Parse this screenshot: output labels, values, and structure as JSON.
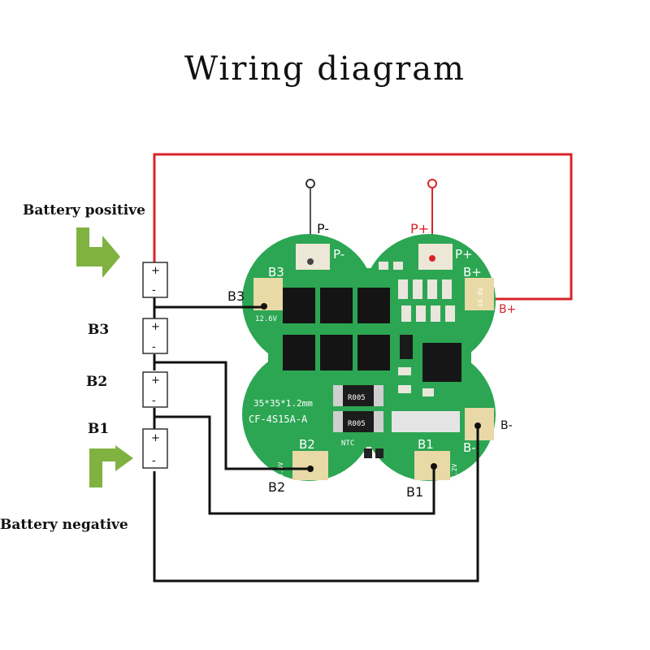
{
  "title": "Wiring diagram",
  "labels": {
    "battery_positive": "Battery positive",
    "battery_negative": "Battery negative",
    "cell_b3": "B3",
    "cell_b2": "B2",
    "cell_b1": "B1",
    "wire_b3": "B3",
    "wire_b2": "B2",
    "wire_b1": "B1",
    "p_minus": "P-",
    "p_plus": "P+",
    "b_plus": "B+",
    "b_minus": "B-"
  },
  "cell_terminals": {
    "plus": "+",
    "minus": "-"
  },
  "board": {
    "model": "CF-4S15A-A",
    "size": "35*35*1.2mm",
    "pads": {
      "b3": "B3",
      "b2": "B2",
      "b1": "B1",
      "b_plus": "B+",
      "b_minus": "B-",
      "p_minus": "P-",
      "p_plus": "P+"
    },
    "pad_voltages": {
      "b3": "12.6V",
      "b_plus": "16.8V",
      "b2": "8.4V",
      "b1": "4.2V"
    },
    "resistor_marking": "R005",
    "ntc": "NTC"
  },
  "colors": {
    "pcb": "#2ca653",
    "positive_wire": "#d8242a",
    "wire": "#111111",
    "arrow": "#7fb241",
    "pad": "#e8d9a6"
  }
}
